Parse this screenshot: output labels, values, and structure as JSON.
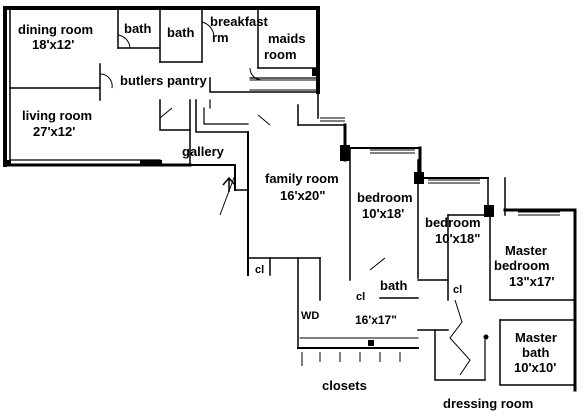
{
  "rooms": {
    "dining_room": {
      "name": "dining room",
      "size": "18'x12'"
    },
    "bath_1": {
      "name": "bath"
    },
    "bath_2": {
      "name": "bath"
    },
    "breakfast_room": {
      "name_line1": "breakfast",
      "name_line2": "rm"
    },
    "maids_room": {
      "name_line1": "maids",
      "name_line2": "room"
    },
    "butlers_pantry": {
      "name": "butlers pantry"
    },
    "living_room": {
      "name": "living room",
      "size": "27'x12'"
    },
    "gallery": {
      "name": "gallery"
    },
    "family_room": {
      "name": "family room",
      "size": "16'x20\""
    },
    "bedroom_1": {
      "name": "bedroom",
      "size": "10'x18'"
    },
    "bedroom_2": {
      "name": "bedroom",
      "size": "10'x18\""
    },
    "master_bedroom": {
      "name_line1": "Master",
      "name_line2": "bedroom",
      "size": "13\"x17'"
    },
    "master_bath": {
      "name_line1": "Master",
      "name_line2": "bath",
      "size": "10'x10'"
    },
    "bath_3": {
      "name": "bath"
    },
    "hall": {
      "size": "16'x17\""
    }
  },
  "labels": {
    "closet_1": "cl",
    "closet_2": "cl",
    "closet_3": "cl",
    "washer_dryer": "WD",
    "closets": "closets",
    "dressing_room": "dressing room"
  }
}
